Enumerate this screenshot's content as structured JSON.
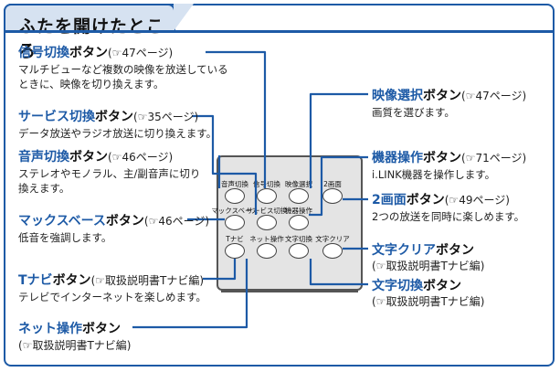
{
  "title": "ふたを開けたところ",
  "callouts": {
    "shingou": {
      "blue": "信号切換",
      "black": "ボタン",
      "ref": "(☞47ページ)",
      "desc1": "マルチビューなど複数の映像を放送している",
      "desc2": "ときに、映像を切り換えます。"
    },
    "service": {
      "blue": "サービス切換",
      "black": "ボタン",
      "ref": "(☞35ページ)",
      "desc1": "データ放送やラジオ放送に切り換えます。"
    },
    "onsei": {
      "blue": "音声切換",
      "black": "ボタン",
      "ref": "(☞46ページ)",
      "desc1": "ステレオやモノラル、主/副音声に切り",
      "desc2": "換えます。"
    },
    "massbass": {
      "blue": "マックスベース",
      "black": "ボタン",
      "ref": "(☞46ページ)",
      "desc1": "低音を強調します。"
    },
    "tnavi": {
      "blue": "Tナビ",
      "black": "ボタン",
      "ref": "(☞取扱説明書Tナビ編)",
      "desc1": "テレビでインターネットを楽しめます。"
    },
    "net": {
      "blue": "ネット操作",
      "black": "ボタン",
      "ref": "(☞取扱説明書Tナビ編)"
    },
    "eizou": {
      "blue": "映像選択",
      "black": "ボタン",
      "ref": "(☞47ページ)",
      "desc1": "画質を選びます。"
    },
    "kiki": {
      "blue": "機器操作",
      "black": "ボタン",
      "ref": "(☞71ページ)",
      "desc1": "i.LINK機器を操作します。"
    },
    "nigamen": {
      "blue": "2画面",
      "black": "ボタン",
      "ref": "(☞49ページ)",
      "desc1": "2つの放送を同時に楽しめます。"
    },
    "mojiclear": {
      "blue": "文字クリア",
      "black": "ボタン",
      "ref": "(☞取扱説明書Tナビ編)"
    },
    "mojikiri": {
      "blue": "文字切換",
      "black": "ボタン",
      "ref": "(☞取扱説明書Tナビ編)"
    }
  },
  "remote_buttons": {
    "onsei": "音声切換",
    "shingou": "信号切換",
    "eizou": "映像選択",
    "nigamen": "2画面",
    "massbass": "マックスベース",
    "service": "サービス切換",
    "kiki": "機器操作",
    "tnavi": "Tナビ",
    "net": "ネット操作",
    "mojikiri": "文字切換",
    "mojiclear": "文字クリア"
  },
  "colors": {
    "accent": "#1d5aa6",
    "tab_bg": "#d6e2f1"
  }
}
